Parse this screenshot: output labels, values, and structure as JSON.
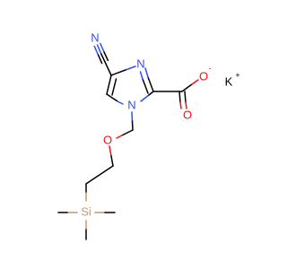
{
  "molecule": {
    "atoms": {
      "nitrile_n": {
        "label": "N",
        "color": "#3050F8"
      },
      "ring_n3": {
        "label": "N",
        "color": "#3050F8"
      },
      "ring_n1": {
        "label": "N",
        "color": "#3050F8"
      },
      "carboxylate_o_minus": {
        "label": "O",
        "color": "#FF0D0D"
      },
      "carboxylate_o_double": {
        "label": "O",
        "color": "#FF0D0D"
      },
      "ether_o": {
        "label": "O",
        "color": "#FF0D0D"
      },
      "silicon": {
        "label": "Si",
        "color": "#C49A6C"
      },
      "potassium": {
        "label": "K",
        "color": "#000000"
      }
    },
    "charges": {
      "oxygen_negative": "-",
      "potassium_positive": "+"
    },
    "bond_color": "#000000"
  }
}
